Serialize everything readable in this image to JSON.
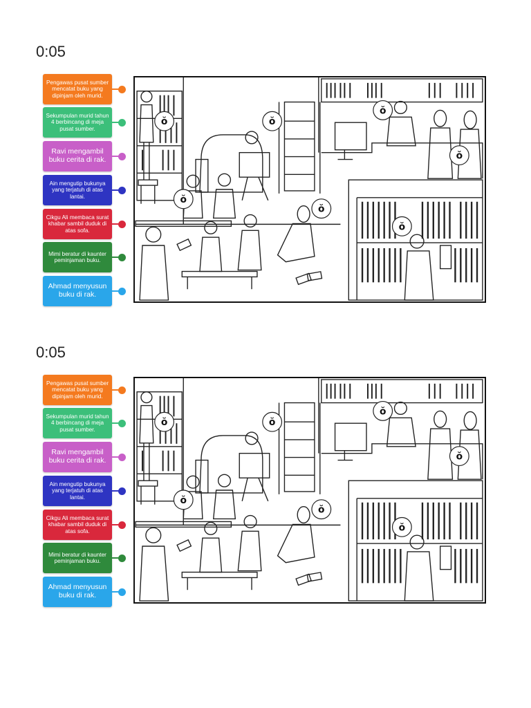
{
  "panels": [
    {
      "timer": "0:05",
      "cards": [
        {
          "label": "Pengawas pusat sumber mencatat buku yang dipinjam oleh murid.",
          "color": "#f47a1f"
        },
        {
          "label": "Sekumpulan murid tahun 4 berbincang di meja pusat sumber.",
          "color": "#3cbf7a"
        },
        {
          "label": "Ravi mengambil buku cerita di rak.",
          "color": "#c85fc8"
        },
        {
          "label": "Ain mengutip bukunya yang terjatuh di atas lantai.",
          "color": "#2e34c2"
        },
        {
          "label": "Cikgu Ali membaca surat khabar sambil duduk di atas sofa.",
          "color": "#d9283c"
        },
        {
          "label": "Mimi beratur di kaunter peminjaman buku.",
          "color": "#2f8a3c"
        },
        {
          "label": "Ahmad menyusun buku di rak.",
          "color": "#2aa6ea"
        }
      ],
      "drop_zones": [
        "ŏ",
        "ŏ",
        "ŏ",
        "ŏ",
        "ŏ",
        "ŏ",
        "ŏ"
      ]
    },
    {
      "timer": "0:05",
      "cards": [
        {
          "label": "Pengawas pusat sumber mencatat buku yang dipinjam oleh murid.",
          "color": "#f47a1f"
        },
        {
          "label": "Sekumpulan murid tahun 4 berbincang di meja pusat sumber.",
          "color": "#3cbf7a"
        },
        {
          "label": "Ravi mengambil buku cerita di rak.",
          "color": "#c85fc8"
        },
        {
          "label": "Ain mengutip bukunya yang terjatuh di atas lantai.",
          "color": "#2e34c2"
        },
        {
          "label": "Cikgu Ali membaca surat khabar sambil duduk di atas sofa.",
          "color": "#d9283c"
        },
        {
          "label": "Mimi beratur di kaunter peminjaman buku.",
          "color": "#2f8a3c"
        },
        {
          "label": "Ahmad menyusun buku di rak.",
          "color": "#2aa6ea"
        }
      ],
      "drop_zones": [
        "ŏ",
        "ŏ",
        "ŏ",
        "ŏ",
        "ŏ",
        "ŏ",
        "ŏ"
      ]
    }
  ]
}
